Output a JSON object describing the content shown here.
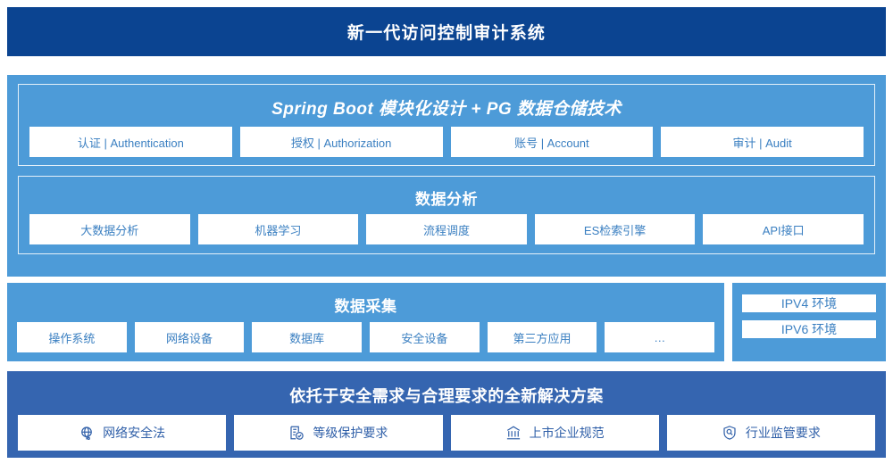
{
  "header": {
    "title": "新一代访问控制审计系统",
    "bar_color": "#0b4491"
  },
  "theme": {
    "panel_blue": "#4d9bd8",
    "panel_dark_blue": "#3565b0",
    "card_text_blue": "#3a7fc1",
    "card_bg": "#ffffff"
  },
  "platform": {
    "title": "Spring Boot 模块化设计 + PG 数据仓储技术",
    "modules": [
      {
        "label": "认证 | Authentication"
      },
      {
        "label": "授权 | Authorization"
      },
      {
        "label": "账号 | Account"
      },
      {
        "label": "审计 | Audit"
      }
    ]
  },
  "analysis": {
    "title": "数据分析",
    "items": [
      {
        "label": "大数据分析"
      },
      {
        "label": "机器学习"
      },
      {
        "label": "流程调度"
      },
      {
        "label": "ES检索引擎"
      },
      {
        "label": "API接口"
      }
    ]
  },
  "collection": {
    "title": "数据采集",
    "sources": [
      {
        "label": "操作系统"
      },
      {
        "label": "网络设备"
      },
      {
        "label": "数据库"
      },
      {
        "label": "安全设备"
      },
      {
        "label": "第三方应用"
      },
      {
        "label": "…"
      }
    ]
  },
  "environment": {
    "items": [
      {
        "label": "IPV4 环境"
      },
      {
        "label": "IPV6 环境"
      }
    ]
  },
  "solution": {
    "title": "依托于安全需求与合理要求的全新解决方案",
    "items": [
      {
        "label": "网络安全法",
        "icon": "globe-icon"
      },
      {
        "label": "等级保护要求",
        "icon": "document-check-icon"
      },
      {
        "label": "上市企业规范",
        "icon": "bank-icon"
      },
      {
        "label": "行业监管要求",
        "icon": "shield-search-icon"
      }
    ]
  }
}
